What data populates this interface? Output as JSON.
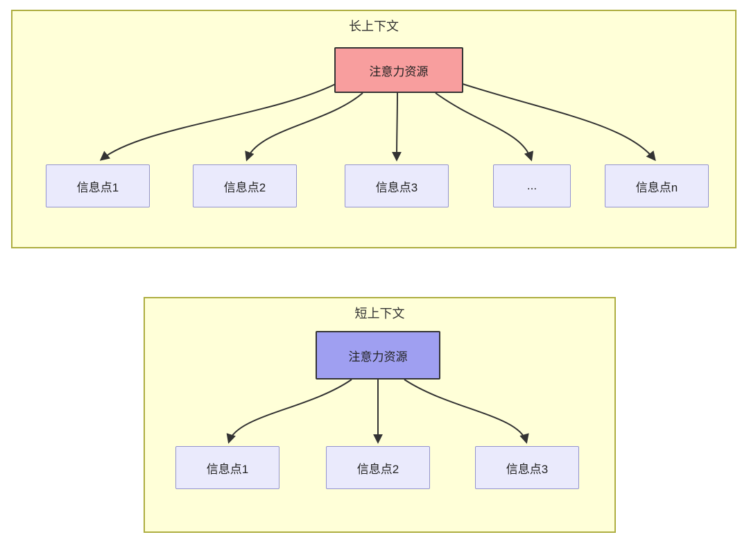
{
  "diagram": {
    "groups": [
      {
        "title": "长上下文",
        "root": {
          "label": "注意力资源"
        },
        "children": [
          {
            "label": "信息点1"
          },
          {
            "label": "信息点2"
          },
          {
            "label": "信息点3"
          },
          {
            "label": "..."
          },
          {
            "label": "信息点n"
          }
        ]
      },
      {
        "title": "短上下文",
        "root": {
          "label": "注意力资源"
        },
        "children": [
          {
            "label": "信息点1"
          },
          {
            "label": "信息点2"
          },
          {
            "label": "信息点3"
          }
        ]
      }
    ]
  },
  "colors": {
    "group-bg": "#ffffd8",
    "group-border": "#adad3f",
    "root-long-fill": "#f89e9e",
    "root-short-fill": "#9f9ff1",
    "root-border": "#333333",
    "child-fill": "#eaeafc",
    "child-border": "#9292cf",
    "arrow": "#333333",
    "text": "#222222"
  }
}
